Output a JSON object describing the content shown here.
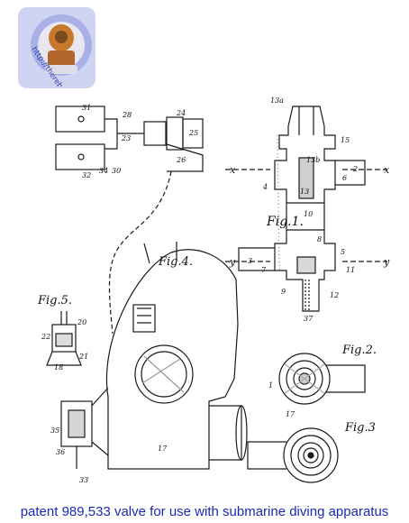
{
  "logo": {
    "text": "http://therebreathersite.nl",
    "colors": {
      "bg": "#cfd4f2",
      "text": "#2a3aa8",
      "helmet": "#c8782c"
    }
  },
  "caption": {
    "text": "patent 989,533 valve for use with submarine diving apparatus",
    "color": "#1a2ab8"
  },
  "figures": {
    "fig1": {
      "label": "Fig.1."
    },
    "fig2": {
      "label": "Fig.2."
    },
    "fig3": {
      "label": "Fig.3"
    },
    "fig4": {
      "label": "Fig.4."
    },
    "fig5": {
      "label": "Fig.5."
    }
  },
  "section_marks": {
    "x_left": "x",
    "x_right": "x",
    "y_left": "y",
    "y_right": "y"
  },
  "ref_numbers": {
    "n1": "1",
    "n2": "2",
    "n3": "3",
    "n4": "4",
    "n5": "5",
    "n6": "6",
    "n7": "7",
    "n8": "8",
    "n9": "9",
    "n10": "10",
    "n11": "11",
    "n12": "12",
    "n13": "13",
    "n13a": "13a",
    "n13b": "13b",
    "n15": "15",
    "n17": "17",
    "n18": "18",
    "n20": "20",
    "n21": "21",
    "n22": "22",
    "n23": "23",
    "n24": "24",
    "n25": "25",
    "n26": "26",
    "n28": "28",
    "n30": "30",
    "n31": "31",
    "n32": "32",
    "n33": "33",
    "n34": "34",
    "n35": "35",
    "n36": "36",
    "n37": "37"
  }
}
